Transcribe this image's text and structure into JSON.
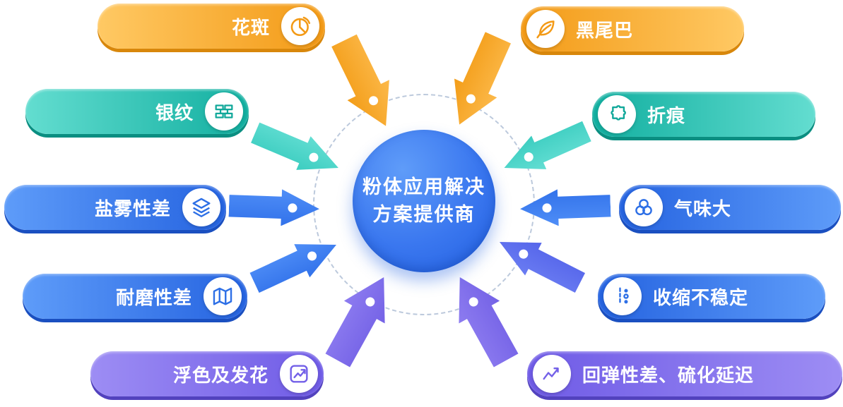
{
  "center": {
    "line1": "粉体应用解决",
    "line2": "方案提供商"
  },
  "items": [
    {
      "label": "花斑",
      "side": "left",
      "icon": "pie-chart-icon",
      "color": "#f39a16"
    },
    {
      "label": "黑尾巴",
      "side": "right",
      "icon": "leaf-icon",
      "color": "#f39a16"
    },
    {
      "label": "银纹",
      "side": "left",
      "icon": "bricks-icon",
      "color": "#12afa0"
    },
    {
      "label": "折痕",
      "side": "right",
      "icon": "puzzle-icon",
      "color": "#12afa0"
    },
    {
      "label": "盐雾性差",
      "side": "left",
      "icon": "layers-icon",
      "color": "#2d6fe6"
    },
    {
      "label": "气味大",
      "side": "right",
      "icon": "bubbles-icon",
      "color": "#2d6fe6"
    },
    {
      "label": "耐磨性差",
      "side": "left",
      "icon": "map-icon",
      "color": "#2d6fe6"
    },
    {
      "label": "收缩不稳定",
      "side": "right",
      "icon": "dots-line-icon",
      "color": "#2d6fe6"
    },
    {
      "label": "浮色及发花",
      "side": "left",
      "icon": "trend-arrow-icon",
      "color": "#7360e8"
    },
    {
      "label": "回弹性差、硫化延迟",
      "side": "right",
      "icon": "line-chart-icon",
      "color": "#7360e8"
    }
  ],
  "colors": {
    "orange": "#f39a16",
    "teal": "#12afa0",
    "blue": "#2d6fe6",
    "purple": "#7360e8",
    "center_blue": "#2e6be6"
  }
}
